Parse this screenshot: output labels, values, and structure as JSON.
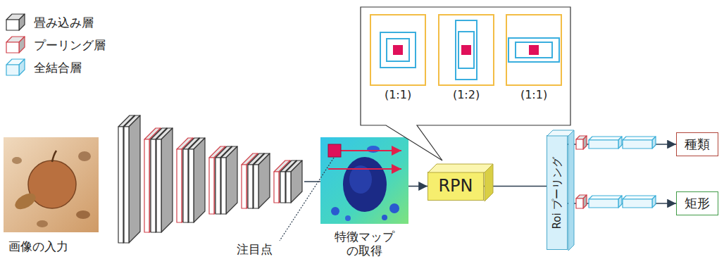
{
  "diagram": {
    "nodes": [
      {
        "text": [
          "特徴マップ の取得"
        ]
      },
      {
        "text": [
          "(1:1)"
        ]
      },
      {
        "text": [
          "(1:2)"
        ]
      },
      {
        "text": [
          "(1:1)"
        ]
      },
      {
        "text": [
          "RPN"
        ]
      },
      {
        "text": [
          "Roi プーリング"
        ]
      },
      {
        "text": [
          "種類"
        ]
      },
      {
        "text": [
          "矩形"
        ]
      }
    ],
    "edges": [
      {
        "from": 0,
        "to": 4,
        "arrow": "to"
      },
      {
        "from": 4,
        "to": 5,
        "arrow": "none"
      },
      {
        "from": 5,
        "to": 6,
        "arrow": "to"
      },
      {
        "from": 5,
        "to": 7,
        "arrow": "to"
      }
    ],
    "labels": [
      "画像の入力",
      "注目点"
    ],
    "legend": [
      {
        "text": "畳み込み層"
      },
      {
        "text": "プーリング層"
      },
      {
        "text": "全結合層"
      }
    ]
  }
}
